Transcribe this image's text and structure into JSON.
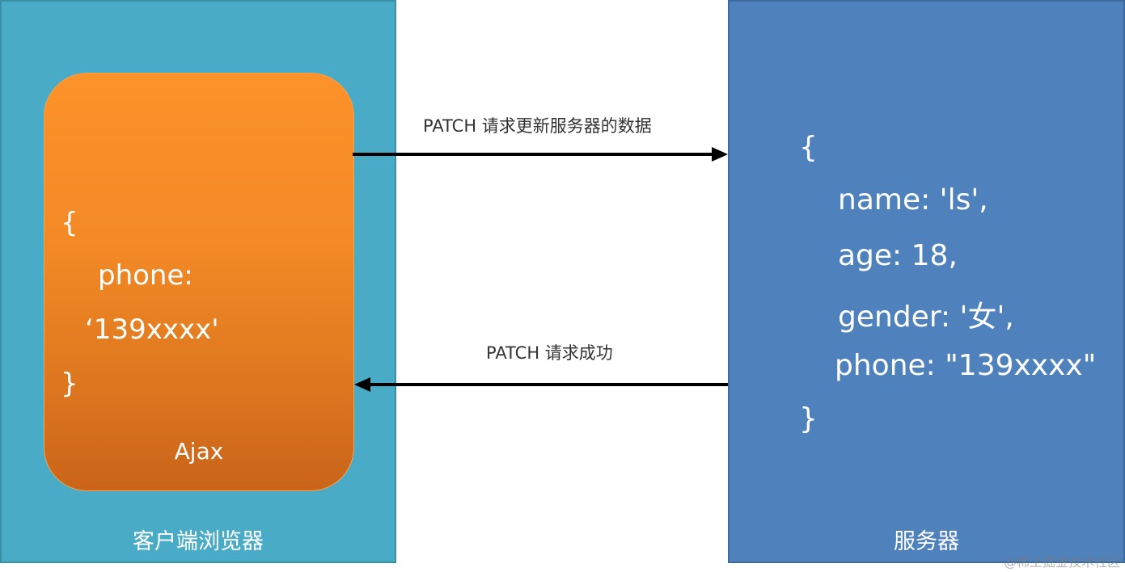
{
  "client": {
    "label": "客户端浏览器",
    "color": "#4aabc6",
    "ajax": {
      "open_brace": "{",
      "field_key": "phone:",
      "field_value": "‘139xxxx'",
      "close_brace": "}",
      "label": "Ajax",
      "color": "#f48a26"
    }
  },
  "server": {
    "label": "服务器",
    "color": "#4f81bd",
    "open_brace": "{",
    "fields": [
      "name: 'ls',",
      "age: 18,",
      "gender: '女',",
      "phone: \"139xxxx\""
    ],
    "close_brace": "}"
  },
  "arrows": {
    "request_label": "PATCH 请求更新服务器的数据",
    "response_label": "PATCH 请求成功"
  },
  "watermark": "@稀土掘金技术社区"
}
